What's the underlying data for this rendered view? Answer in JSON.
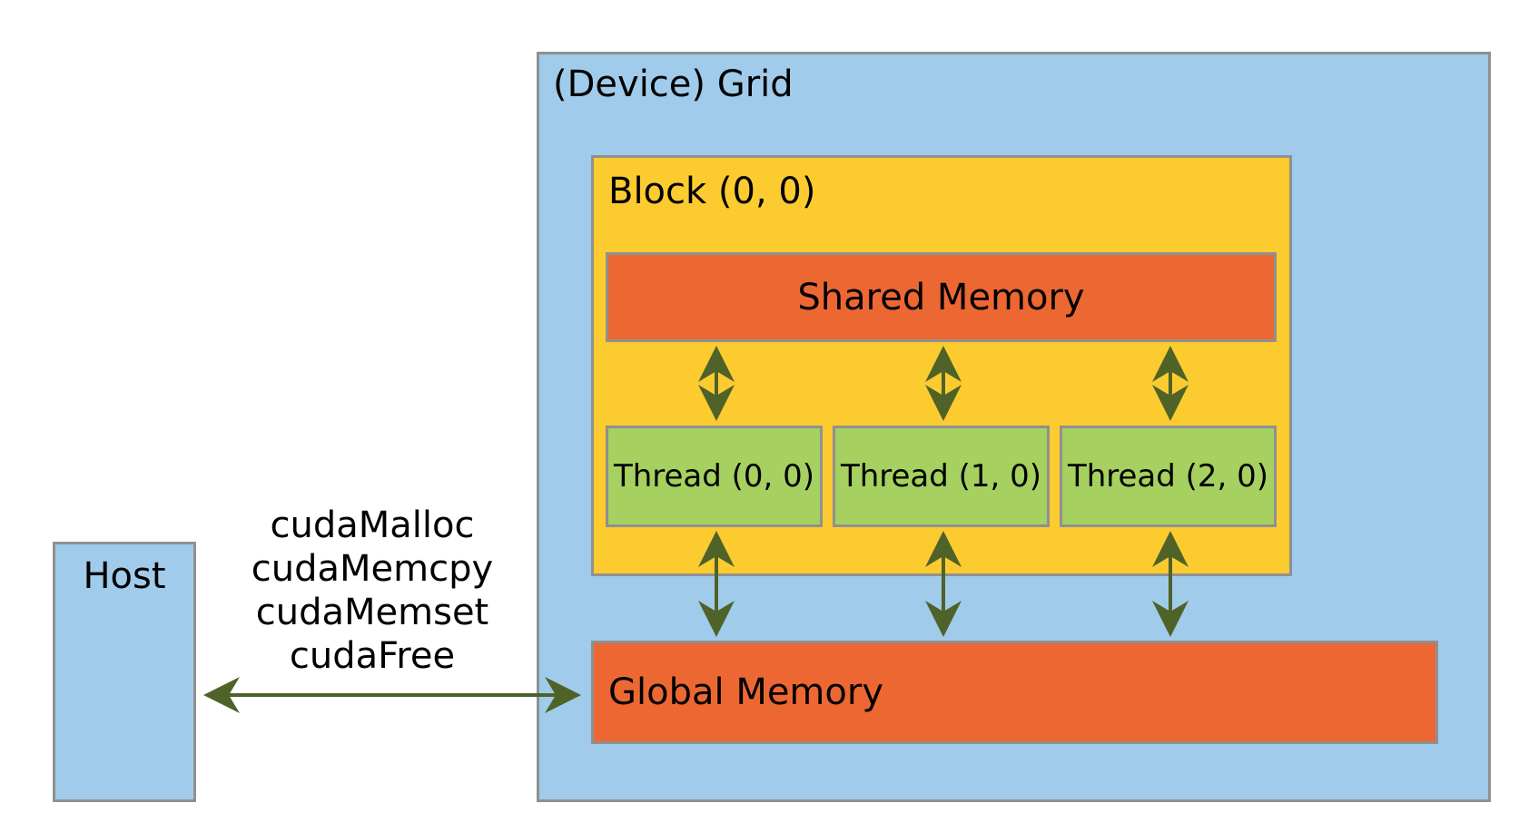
{
  "grid": {
    "title": "(Device) Grid",
    "color": "#a0cbea"
  },
  "block": {
    "title": "Block (0, 0)",
    "color": "#fccb30"
  },
  "shared_memory": {
    "label": "Shared Memory",
    "color": "#ed6733"
  },
  "threads": [
    {
      "label": "Thread (0, 0)"
    },
    {
      "label": "Thread (1, 0)"
    },
    {
      "label": "Thread (2, 0)"
    }
  ],
  "thread_color": "#a6d05f",
  "global_memory": {
    "label": "Global Memory",
    "color": "#ed6733"
  },
  "host": {
    "title": "Host",
    "color": "#a0cbea"
  },
  "api_calls": [
    "cudaMalloc",
    "cudaMemcpy",
    "cudaMemset",
    "cudaFree"
  ],
  "arrow_color": "#4f6228",
  "border_color": "#909090"
}
